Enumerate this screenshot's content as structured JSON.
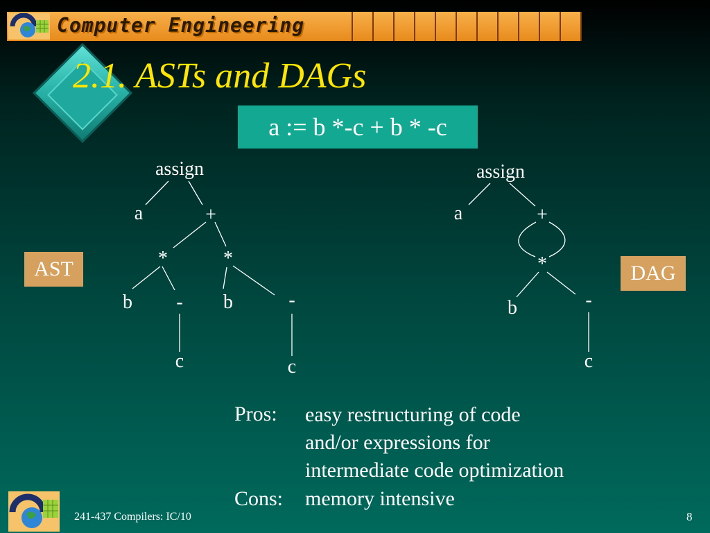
{
  "header": {
    "banner_text": "Computer Engineering"
  },
  "slide": {
    "title": "2.1. ASTs and DAGs",
    "expression": "a := b *-c + b * -c",
    "ast_label": "AST",
    "dag_label": "DAG"
  },
  "ast_tree": {
    "root": "assign",
    "a": "a",
    "plus": "+",
    "mul1": "*",
    "mul2": "*",
    "b1": "b",
    "neg1": "-",
    "b2": "b",
    "neg2": "-",
    "c1": "c",
    "c2": "c"
  },
  "dag_tree": {
    "root": "assign",
    "a": "a",
    "plus": "+",
    "mul": "*",
    "b": "b",
    "neg": "-",
    "c": "c"
  },
  "notes": {
    "pros_label": "Pros:",
    "pros_lines": [
      "easy restructuring of code",
      "and/or expressions for",
      "intermediate code optimization"
    ],
    "cons_label": "Cons:",
    "cons_text": "memory intensive"
  },
  "footer": {
    "course": "241-437 Compilers: IC/10",
    "page": "8"
  },
  "colors": {
    "title": "#ffe600",
    "expr_box": "#12a892",
    "tag_box": "#d6a15e",
    "banner": "#f0a03c",
    "background_bottom": "#006a5c"
  }
}
